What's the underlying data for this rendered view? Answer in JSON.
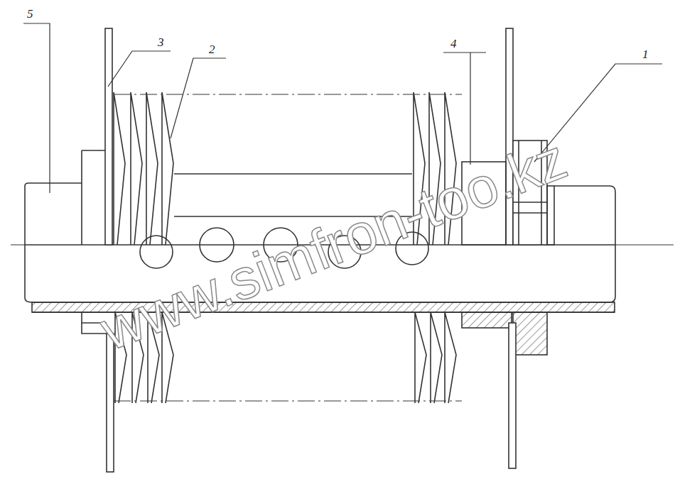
{
  "diagram": {
    "labels": [
      "5",
      "3",
      "2",
      "4",
      "1",
      "www.simfron-too.kz"
    ]
  }
}
